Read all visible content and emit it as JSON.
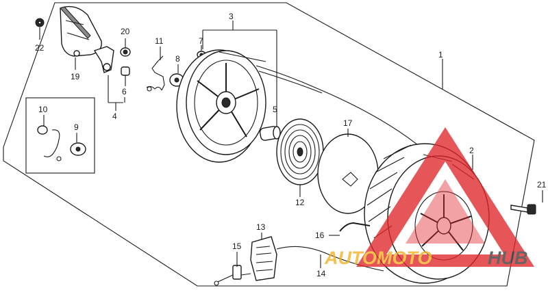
{
  "labels": {
    "p1": "1",
    "p2": "2",
    "p3": "3",
    "p4": "4",
    "p5": "5",
    "p6": "6",
    "p7": "7",
    "p8": "8",
    "p9": "9",
    "p10": "10",
    "p11": "11",
    "p12": "12",
    "p13": "13",
    "p14": "14",
    "p15": "15",
    "p16": "16",
    "p17": "17",
    "p19": "19",
    "p20": "20",
    "p21": "21",
    "p22": "22"
  },
  "watermark": {
    "word_a": "AUTOMOTO",
    "word_b": "HUB"
  },
  "colors": {
    "ink": "#1a1a1a",
    "watermark_red": "#e0262a",
    "watermark_yellow": "#f2b01e",
    "watermark_dark": "#3a3a3a"
  }
}
